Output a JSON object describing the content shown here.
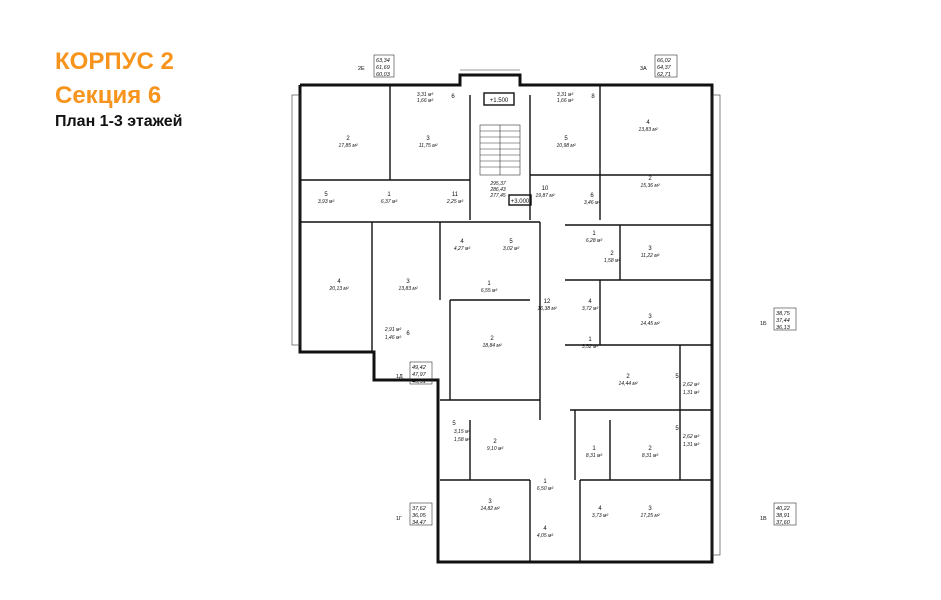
{
  "header": {
    "building": "КОРПУС 2",
    "section": "Секция 6",
    "plan": "План 1-3 этажей"
  },
  "colors": {
    "accent": "#f7941d",
    "line": "#111111"
  },
  "apartments": [
    {
      "label": "2Е",
      "areas": [
        "63,34",
        "61,69",
        "60,03"
      ]
    },
    {
      "label": "3А",
      "areas": [
        "66,02",
        "64,37",
        "62,71"
      ]
    },
    {
      "label": "1Б",
      "areas": [
        "38,75",
        "37,44",
        "36,13"
      ]
    },
    {
      "label": "1Д",
      "areas": [
        "49,42",
        "47,97",
        "46,51"
      ]
    },
    {
      "label": "1Г",
      "areas": [
        "37,62",
        "36,05",
        "34,47"
      ]
    },
    {
      "label": "1В",
      "areas": [
        "40,22",
        "38,91",
        "37,60"
      ]
    }
  ],
  "levels": [
    "+1.500",
    "+3.000"
  ],
  "stair": {
    "areas": [
      "295,37",
      "286,43",
      "277,45"
    ]
  },
  "rooms": [
    {
      "n": "6",
      "a": "3,31 м²",
      "b": "1,66 м²"
    },
    {
      "n": "8",
      "a": "3,31 м²",
      "b": "1,66 м²"
    },
    {
      "n": "2",
      "a": "17,85 м²"
    },
    {
      "n": "3",
      "a": "11,75 м²"
    },
    {
      "n": "5",
      "a": "10,98 м²"
    },
    {
      "n": "4",
      "a": "13,83 м²"
    },
    {
      "n": "2",
      "a": "15,36 м²"
    },
    {
      "n": "5",
      "a": "3,93 м²"
    },
    {
      "n": "1",
      "a": "6,37 м²"
    },
    {
      "n": "11",
      "a": "2,25 м²"
    },
    {
      "n": "10",
      "a": "19,87 м²"
    },
    {
      "n": "6",
      "a": "3,46 м²"
    },
    {
      "n": "1",
      "a": "6,28 м²"
    },
    {
      "n": "4",
      "a": "4,27 м²"
    },
    {
      "n": "5",
      "a": "3,02 м²"
    },
    {
      "n": "3",
      "a": "11,22 м²"
    },
    {
      "n": "2",
      "a": "1,58 м²"
    },
    {
      "n": "4",
      "a": "20,13 м²"
    },
    {
      "n": "3",
      "a": "13,83 м²"
    },
    {
      "n": "1",
      "a": "6,55 м²"
    },
    {
      "n": "12",
      "a": "16,38 м²"
    },
    {
      "n": "4",
      "a": "3,72 м²"
    },
    {
      "n": "3",
      "a": "14,45 м²"
    },
    {
      "n": "6",
      "a": "2,91 м²",
      "b": "1,46 м²"
    },
    {
      "n": "2",
      "a": "18,84 м²"
    },
    {
      "n": "1",
      "a": "3,52 м²"
    },
    {
      "n": "2",
      "a": "14,44 м²"
    },
    {
      "n": "5",
      "a": "2,62 м²",
      "b": "1,31 м²"
    },
    {
      "n": "5",
      "a": "3,15 м²",
      "b": "1,58 м²"
    },
    {
      "n": "2",
      "a": "9,10 м²"
    },
    {
      "n": "1",
      "a": "8,31 м²"
    },
    {
      "n": "2",
      "a": "8,31 м²"
    },
    {
      "n": "5",
      "a": "2,62 м²",
      "b": "1,31 м²"
    },
    {
      "n": "3",
      "a": "14,82 м²"
    },
    {
      "n": "1",
      "a": "6,50 м²"
    },
    {
      "n": "4",
      "a": "4,05 м²"
    },
    {
      "n": "4",
      "a": "3,73 м²"
    },
    {
      "n": "3",
      "a": "17,25 м²"
    }
  ]
}
